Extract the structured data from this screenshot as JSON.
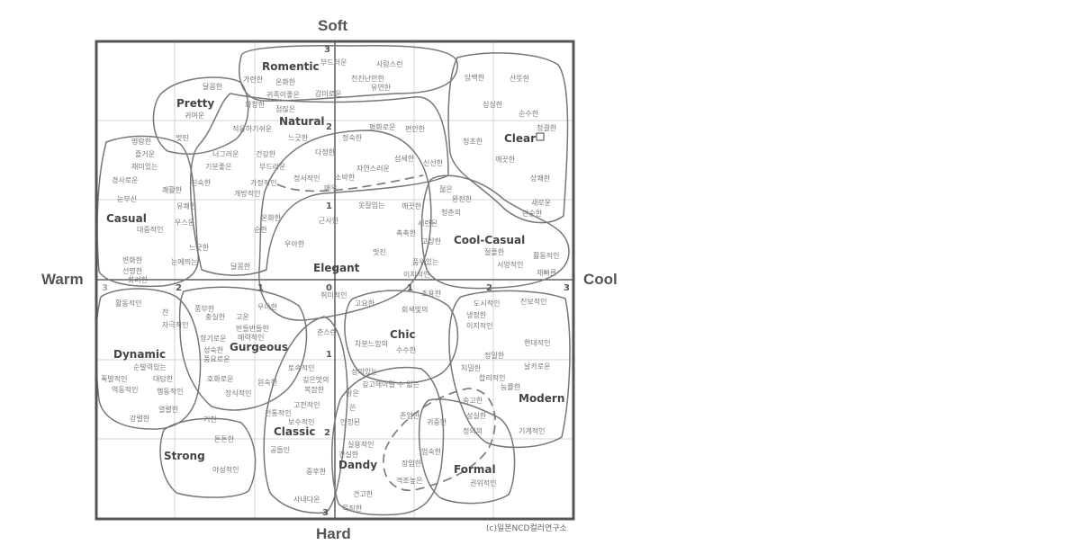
{
  "axes": {
    "top": "Soft",
    "bottom": "Hard",
    "left": "Warm",
    "right": "Cool"
  },
  "ticks": {
    "horizontal": [
      "3",
      "2",
      "1",
      "0",
      "1",
      "2",
      "3"
    ],
    "vertical": [
      "3",
      "2",
      "1",
      "1",
      "2",
      "3"
    ]
  },
  "credit": "(c)일본NCD컬러연구소",
  "groups": [
    {
      "name": "Romentic",
      "words": [
        "부드러운",
        "사랑스런",
        "천진난만한",
        "가련한",
        "온화한",
        "유연한",
        "감미로운",
        "귀족이좋은"
      ]
    },
    {
      "name": "Pretty",
      "words": [
        "달콤한",
        "귀여운",
        "화창한",
        "멋띤"
      ]
    },
    {
      "name": "Natural",
      "words": [
        "점잖은",
        "적응하기쉬운",
        "느긋한",
        "평화로운",
        "편안한",
        "정숙한",
        "다정한",
        "건강한",
        "너그러운",
        "부드러운",
        "기분좋은",
        "가정적인",
        "개방적인",
        "자연스러운",
        "섬세한",
        "신선한",
        "정서적인",
        "소박한",
        "매우"
      ]
    },
    {
      "name": "Clear",
      "words": [
        "담백한",
        "산뜻한",
        "싱싱한",
        "순수한",
        "청결한",
        "청초한",
        "깨끗한",
        "상쾌한"
      ]
    },
    {
      "name": "Casual",
      "words": [
        "명랑한",
        "즐거운",
        "재미있는",
        "경사로운",
        "유쾌한",
        "눈부신",
        "쾌활한",
        "친숙한",
        "대중적인",
        "우스운",
        "변화한",
        "선명한",
        "느긋한",
        "눈에띄는",
        "화려한"
      ]
    },
    {
      "name": "Elegant",
      "words": [
        "온화한",
        "순한",
        "우아한",
        "근사한",
        "옷잘입는",
        "깨끗한",
        "세련된",
        "촉촉한",
        "고상한",
        "멋진",
        "품위있는",
        "이지적인",
        "달콤한"
      ]
    },
    {
      "name": "Cool-Casual",
      "words": [
        "젊은",
        "완전한",
        "청춘의",
        "새로운",
        "단순한",
        "절플한",
        "서양적인",
        "활동적인",
        "재빠른",
        "조용한"
      ]
    },
    {
      "name": "Dynamic",
      "words": [
        "활동적인",
        "찬",
        "자극적인",
        "순발력있는",
        "폭발적인",
        "대담한",
        "역동적인",
        "행동적인",
        "열렬한",
        "강렬한"
      ]
    },
    {
      "name": "Gurgeous",
      "words": [
        "풍부한",
        "충실한",
        "고운",
        "성숙한",
        "반들반들한",
        "향기로운",
        "매력적인",
        "풍요로운",
        "호화로운",
        "원숙한",
        "장식적인",
        "취미적인",
        "우아한"
      ]
    },
    {
      "name": "Chic",
      "words": [
        "고요한",
        "회색빛의",
        "차분느힘의",
        "수수한",
        "깊고헤아릴 수 없는",
        "성의있는",
        "춘스런"
      ]
    },
    {
      "name": "Modern",
      "words": [
        "도시적인",
        "진보적인",
        "냉정한",
        "합리적인",
        "이지적인",
        "현대적인",
        "정밀한",
        "날카로운",
        "치밀한",
        "능률한",
        "송고한",
        "성실한",
        "정의의",
        "기계적인"
      ]
    },
    {
      "name": "Classic",
      "words": [
        "토속적인",
        "깊은맛의",
        "복잡한",
        "고전적인",
        "전통적인",
        "보수적인",
        "공들인",
        "중후한",
        "사내다운"
      ]
    },
    {
      "name": "Strong",
      "words": [
        "거친",
        "튼튼한",
        "야성적인"
      ]
    },
    {
      "name": "Dandy",
      "words": [
        "쓴",
        "안정된",
        "실용적인",
        "견실한",
        "견고한",
        "묵직한",
        "맑은"
      ]
    },
    {
      "name": "Formal",
      "words": [
        "존엄한",
        "귀중한",
        "엄숙한",
        "장엄한",
        "격조높은",
        "권위적인"
      ]
    }
  ],
  "colors": {
    "frame": "#555555",
    "region": "#777777",
    "grid": "#d4d4d4",
    "text": "#555555",
    "label": "#444444"
  }
}
